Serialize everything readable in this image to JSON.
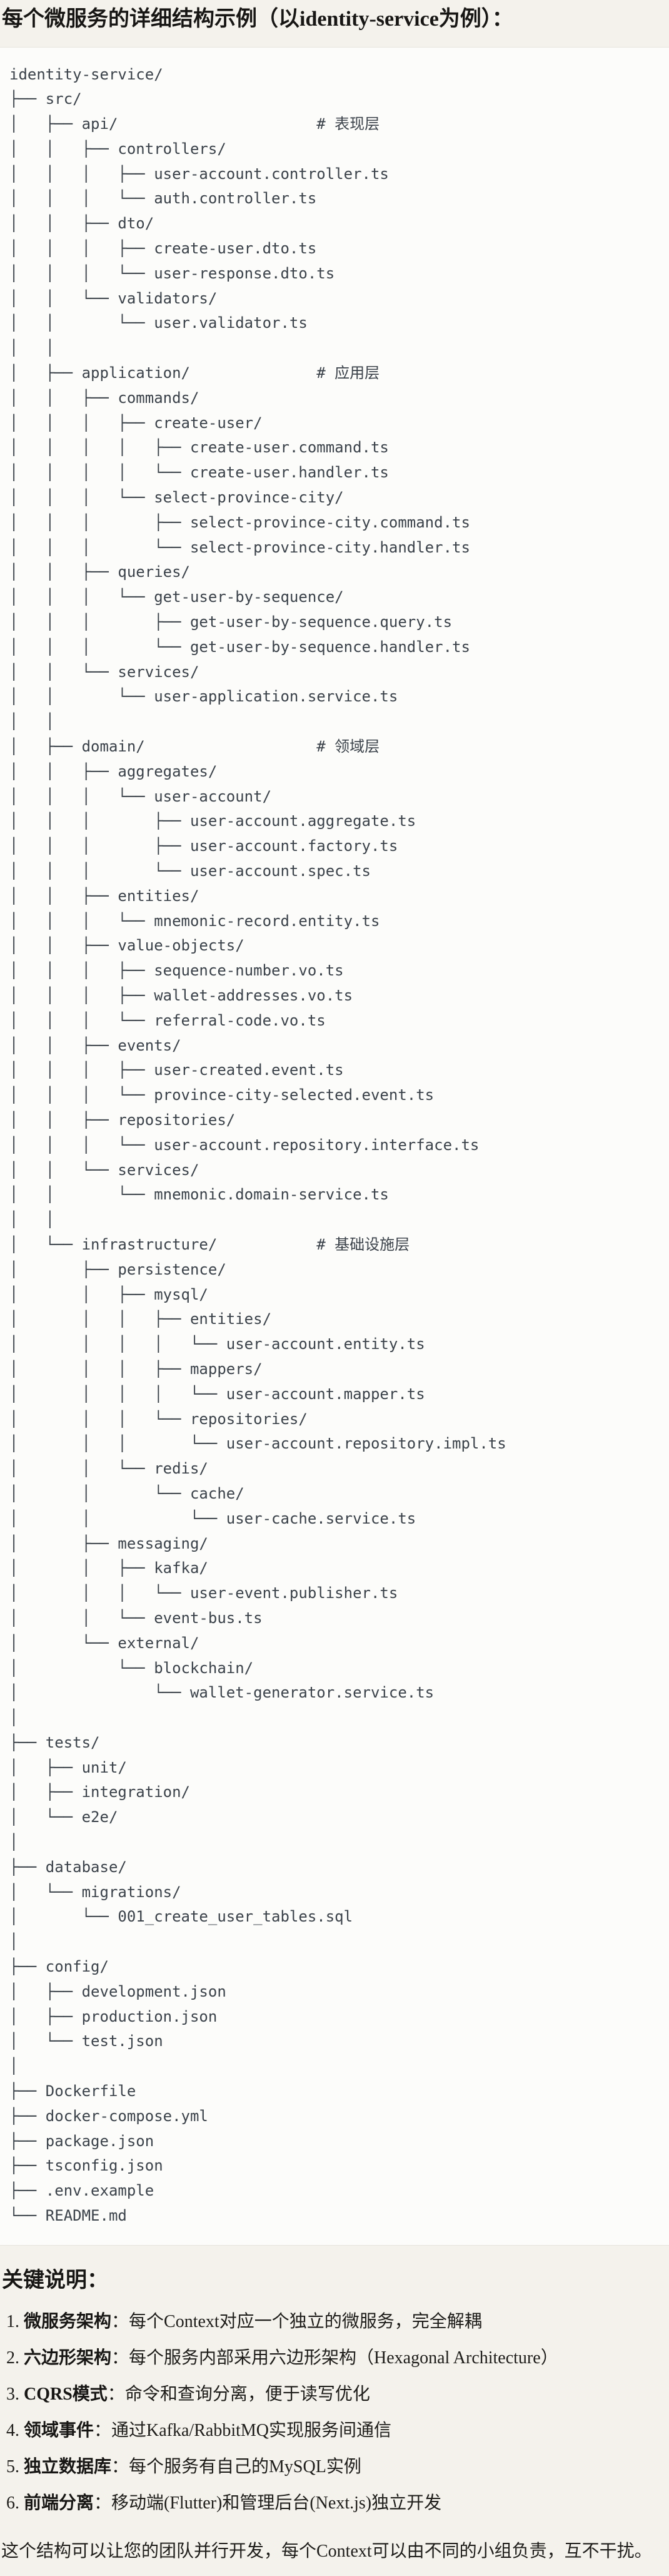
{
  "page": {
    "title": "每个微服务的详细结构示例（以identity-service为例）：",
    "colors": {
      "page_background": "#f4f2ec",
      "code_background": "#fcfcfa",
      "code_border": "#e7e5de",
      "tree_text": "#3b424a",
      "body_text": "#1e1d1a"
    }
  },
  "code_block": {
    "tree_lines": [
      "identity-service/",
      "├── src/",
      "│   ├── api/                      # 表现层",
      "│   │   ├── controllers/",
      "│   │   │   ├── user-account.controller.ts",
      "│   │   │   └── auth.controller.ts",
      "│   │   ├── dto/",
      "│   │   │   ├── create-user.dto.ts",
      "│   │   │   └── user-response.dto.ts",
      "│   │   └── validators/",
      "│   │       └── user.validator.ts",
      "│   │",
      "│   ├── application/              # 应用层",
      "│   │   ├── commands/",
      "│   │   │   ├── create-user/",
      "│   │   │   │   ├── create-user.command.ts",
      "│   │   │   │   └── create-user.handler.ts",
      "│   │   │   └── select-province-city/",
      "│   │   │       ├── select-province-city.command.ts",
      "│   │   │       └── select-province-city.handler.ts",
      "│   │   ├── queries/",
      "│   │   │   └── get-user-by-sequence/",
      "│   │   │       ├── get-user-by-sequence.query.ts",
      "│   │   │       └── get-user-by-sequence.handler.ts",
      "│   │   └── services/",
      "│   │       └── user-application.service.ts",
      "│   │",
      "│   ├── domain/                   # 领域层",
      "│   │   ├── aggregates/",
      "│   │   │   └── user-account/",
      "│   │   │       ├── user-account.aggregate.ts",
      "│   │   │       ├── user-account.factory.ts",
      "│   │   │       └── user-account.spec.ts",
      "│   │   ├── entities/",
      "│   │   │   └── mnemonic-record.entity.ts",
      "│   │   ├── value-objects/",
      "│   │   │   ├── sequence-number.vo.ts",
      "│   │   │   ├── wallet-addresses.vo.ts",
      "│   │   │   └── referral-code.vo.ts",
      "│   │   ├── events/",
      "│   │   │   ├── user-created.event.ts",
      "│   │   │   └── province-city-selected.event.ts",
      "│   │   ├── repositories/",
      "│   │   │   └── user-account.repository.interface.ts",
      "│   │   └── services/",
      "│   │       └── mnemonic.domain-service.ts",
      "│   │",
      "│   └── infrastructure/           # 基础设施层",
      "│       ├── persistence/",
      "│       │   ├── mysql/",
      "│       │   │   ├── entities/",
      "│       │   │   │   └── user-account.entity.ts",
      "│       │   │   ├── mappers/",
      "│       │   │   │   └── user-account.mapper.ts",
      "│       │   │   └── repositories/",
      "│       │   │       └── user-account.repository.impl.ts",
      "│       │   └── redis/",
      "│       │       └── cache/",
      "│       │           └── user-cache.service.ts",
      "│       ├── messaging/",
      "│       │   ├── kafka/",
      "│       │   │   └── user-event.publisher.ts",
      "│       │   └── event-bus.ts",
      "│       └── external/",
      "│           └── blockchain/",
      "│               └── wallet-generator.service.ts",
      "│",
      "├── tests/",
      "│   ├── unit/",
      "│   ├── integration/",
      "│   └── e2e/",
      "│",
      "├── database/",
      "│   └── migrations/",
      "│       └── 001_create_user_tables.sql",
      "│",
      "├── config/",
      "│   ├── development.json",
      "│   ├── production.json",
      "│   └── test.json",
      "│",
      "├── Dockerfile",
      "├── docker-compose.yml",
      "├── package.json",
      "├── tsconfig.json",
      "├── .env.example",
      "└── README.md"
    ]
  },
  "notes": {
    "heading": "关键说明：",
    "separator": "：",
    "items": [
      {
        "num": "1.",
        "term": "微服务架构",
        "desc": "每个Context对应一个独立的微服务，完全解耦"
      },
      {
        "num": "2.",
        "term": "六边形架构",
        "desc": "每个服务内部采用六边形架构（Hexagonal Architecture）"
      },
      {
        "num": "3.",
        "term": "CQRS模式",
        "desc": "命令和查询分离，便于读写优化"
      },
      {
        "num": "4.",
        "term": "领域事件",
        "desc": "通过Kafka/RabbitMQ实现服务间通信"
      },
      {
        "num": "5.",
        "term": "独立数据库",
        "desc": "每个服务有自己的MySQL实例"
      },
      {
        "num": "6.",
        "term": "前端分离",
        "desc": "移动端(Flutter)和管理后台(Next.js)独立开发"
      }
    ],
    "footer": "这个结构可以让您的团队并行开发，每个Context可以由不同的小组负责，互不干扰。"
  }
}
